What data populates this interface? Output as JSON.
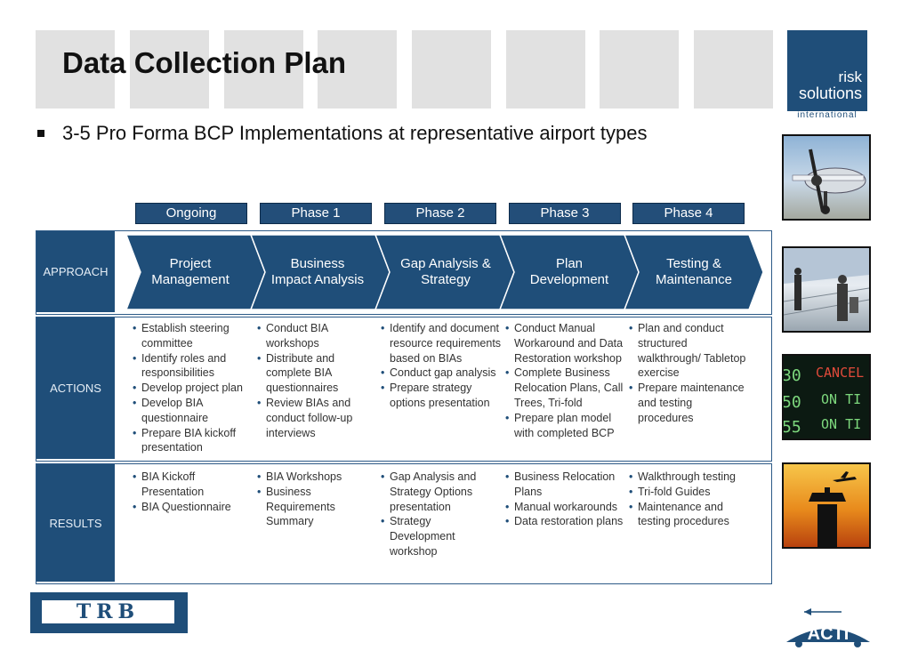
{
  "title": "Data Collection Plan",
  "logo": {
    "line1": "risk",
    "line2": "solutions",
    "line3": "international"
  },
  "bullet": "3-5 Pro Forma BCP Implementations at representative airport types",
  "phases": [
    "Ongoing",
    "Phase 1",
    "Phase 2",
    "Phase 3",
    "Phase 4"
  ],
  "rows": {
    "approach": "APPROACH",
    "actions": "ACTIONS",
    "results": "RESULTS"
  },
  "approach": [
    "Project Management",
    "Business Impact Analysis",
    "Gap Analysis & Strategy",
    "Plan Development",
    "Testing & Maintenance"
  ],
  "actions": [
    [
      "Establish steering committee",
      "Identify roles and responsibilities",
      "Develop project plan",
      "Develop BIA questionnaire",
      "Prepare BIA kickoff presentation"
    ],
    [
      "Conduct BIA workshops",
      "Distribute and complete BIA questionnaires",
      "Review BIAs and conduct follow-up interviews"
    ],
    [
      "Identify and document resource requirements based on BIAs",
      "Conduct gap analysis",
      "Prepare strategy options presentation"
    ],
    [
      "Conduct Manual Workaround and Data Restoration workshop",
      "Complete Business Relocation Plans, Call Trees, Tri-fold",
      "Prepare plan model with completed BCP"
    ],
    [
      "Plan and conduct structured walkthrough/ Tabletop exercise",
      "Prepare maintenance and testing procedures"
    ]
  ],
  "results": [
    [
      "BIA Kickoff Presentation",
      "BIA Questionnaire"
    ],
    [
      "BIA Workshops",
      "Business Requirements Summary"
    ],
    [
      "Gap Analysis and Strategy Options presentation",
      "Strategy Development workshop"
    ],
    [
      "Business Relocation Plans",
      "Manual workarounds",
      "Data restoration plans"
    ],
    [
      "Walkthrough testing",
      "Tri-fold Guides",
      "Maintenance and testing procedures"
    ]
  ],
  "departure_board": [
    "30",
    "CANCEL",
    "50",
    "ON TI",
    "55",
    "ON TI"
  ],
  "trb_logo": "TRB",
  "acti_logo": "ACTI",
  "colors": {
    "navy": "#1f4e79",
    "band": "#e1e1e1"
  }
}
